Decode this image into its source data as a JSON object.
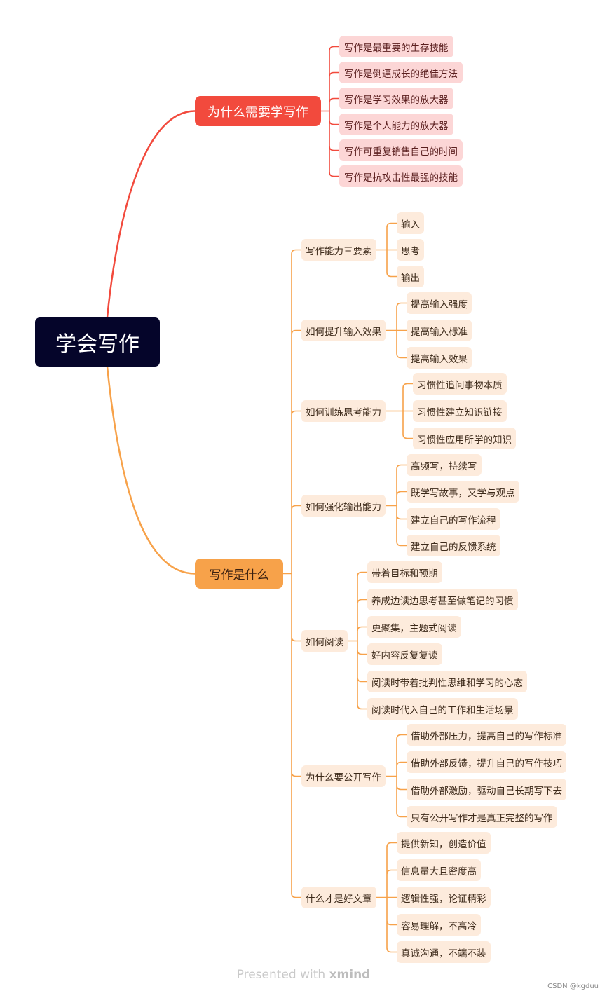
{
  "map": {
    "root": "学会写作",
    "branch_why": {
      "label": "为什么需要学写作",
      "color": "#f24a3d",
      "items": [
        "写作是最重要的生存技能",
        "写作是倒逼成长的绝佳方法",
        "写作是学习效果的放大器",
        "写作是个人能力的放大器",
        "写作可重复销售自己的时间",
        "写作是抗攻击性最强的技能"
      ]
    },
    "branch_what": {
      "label": "写作是什么",
      "color": "#f7a24a",
      "topics": [
        {
          "label": "写作能力三要素",
          "items": [
            "输入",
            "思考",
            "输出"
          ]
        },
        {
          "label": "如何提升输入效果",
          "items": [
            "提高输入强度",
            "提高输入标准",
            "提高输入效果"
          ]
        },
        {
          "label": "如何训练思考能力",
          "items": [
            "习惯性追问事物本质",
            "习惯性建立知识链接",
            "习惯性应用所学的知识"
          ]
        },
        {
          "label": "如何强化输出能力",
          "items": [
            "高频写，持续写",
            "既学写故事，又学与观点",
            "建立自己的写作流程",
            "建立自己的反馈系统"
          ]
        },
        {
          "label": "如何阅读",
          "items": [
            "带着目标和预期",
            "养成边读边思考甚至做笔记的习惯",
            "更聚集，主题式阅读",
            "好内容反复复读",
            "阅读时带着批判性思维和学习的心态",
            "阅读时代入自己的工作和生活场景"
          ]
        },
        {
          "label": "为什么要公开写作",
          "items": [
            "借助外部压力，提高自己的写作标准",
            "借助外部反馈，提升自己的写作技巧",
            "借助外部激励，驱动自己长期写下去",
            "只有公开写作才是真正完整的写作"
          ]
        },
        {
          "label": "什么才是好文章",
          "items": [
            "提供新知，创造价值",
            "信息量大且密度高",
            "逻辑性强，论证精彩",
            "容易理解，不高冷",
            "真诚沟通，不端不装"
          ]
        }
      ]
    }
  },
  "footer": {
    "presented_prefix": "Presented with ",
    "brand": "xmind"
  },
  "credit": "CSDN @kgduu"
}
